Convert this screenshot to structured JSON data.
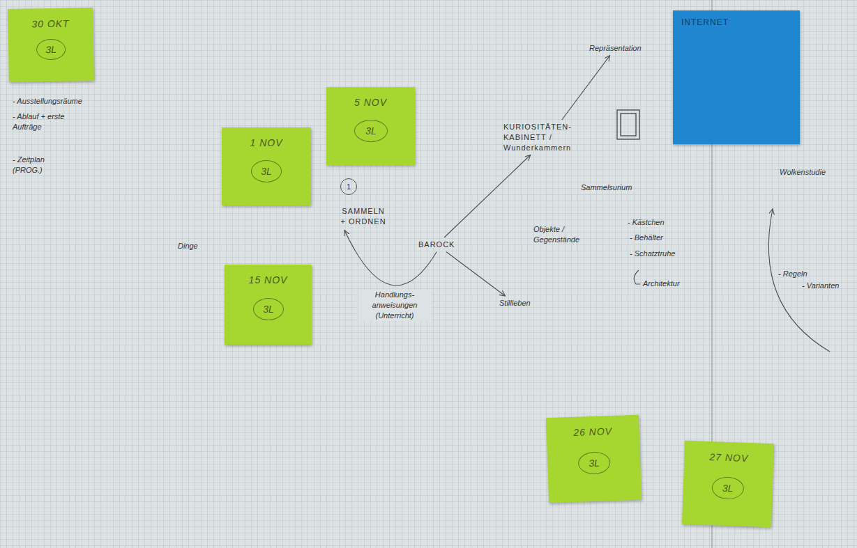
{
  "diagram": {
    "nodes": [
      {
        "text": [
          "30 OKT"
        ]
      },
      {
        "text": [
          "3L"
        ],
        "in": 0
      },
      {
        "text": [
          "5 NOV"
        ]
      },
      {
        "text": [
          "3L"
        ],
        "in": 2
      },
      {
        "text": [
          "INTERNET"
        ]
      },
      {
        "text": [
          "Repräsentation"
        ]
      },
      {
        "text": [
          "1 NOV"
        ]
      },
      {
        "text": [
          "3L"
        ],
        "in": 6
      },
      {
        "text": [
          "KURIOSITÄTEN-KABINETT / Wunderkammern"
        ]
      },
      {
        "text": [
          "1"
        ]
      },
      {
        "text": [
          "SAMMELN + ORDNEN"
        ]
      },
      {
        "text": [
          "BAROCK"
        ]
      },
      {
        "text": [
          "Stillleben"
        ]
      },
      {
        "text": [
          "15 NOV"
        ]
      },
      {
        "text": [
          "3L"
        ],
        "in": 13
      },
      {
        "text": [
          "Wolkenstudie"
        ]
      },
      {
        "text": [
          "26 NOV"
        ]
      },
      {
        "text": [
          "3L"
        ],
        "in": 16
      },
      {
        "text": [
          "27 NOV"
        ]
      },
      {
        "text": [
          "3L"
        ],
        "in": 18
      }
    ],
    "edges": [
      {
        "from": 11,
        "to": 8,
        "arrow": "to"
      },
      {
        "from": 11,
        "to": 12,
        "arrow": "to"
      },
      {
        "from": 11,
        "to": 10,
        "arrow": "to",
        "label": "Handlungs-anweisungen (Unterricht)"
      },
      {
        "from": 8,
        "to": 5,
        "arrow": "to"
      }
    ],
    "labels": [
      "- Ausstellungsräume",
      "- Ablauf + erste Aufträge",
      "- Zeitplan (PROG.)",
      "Dinge",
      "Sammelsurium",
      "Objekte / Gegenstände",
      "- Kästchen",
      "- Behälter",
      "- Schatztruhe",
      "Architektur",
      "- Regeln",
      "- Varianten"
    ]
  }
}
